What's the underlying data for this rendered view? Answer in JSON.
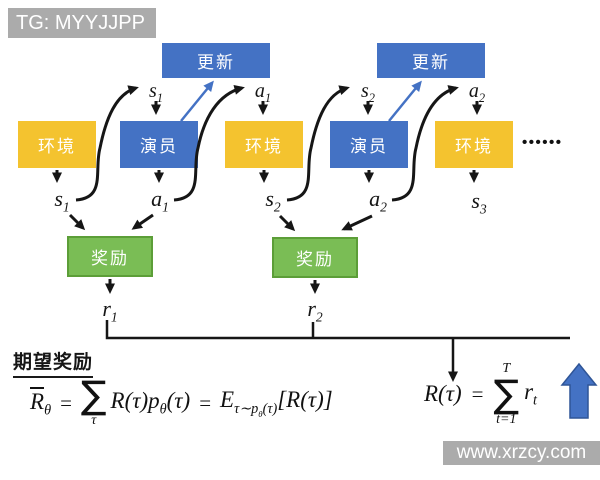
{
  "watermarks": {
    "top": "TG: MYYJJPP",
    "bottom": "www.xrzcy.com"
  },
  "update_boxes": [
    {
      "label": "更新"
    },
    {
      "label": "更新"
    }
  ],
  "process_boxes": [
    {
      "label": "环境",
      "type": "environment"
    },
    {
      "label": "演员",
      "type": "actor"
    },
    {
      "label": "环境",
      "type": "environment"
    },
    {
      "label": "演员",
      "type": "actor"
    },
    {
      "label": "环境",
      "type": "environment"
    }
  ],
  "continuation_dots": "••••••",
  "upper_labels": [
    {
      "base": "s",
      "sub": "1"
    },
    {
      "base": "a",
      "sub": "1"
    },
    {
      "base": "s",
      "sub": "2"
    },
    {
      "base": "a",
      "sub": "2"
    }
  ],
  "lower_labels": [
    {
      "base": "s",
      "sub": "1"
    },
    {
      "base": "a",
      "sub": "1"
    },
    {
      "base": "s",
      "sub": "2"
    },
    {
      "base": "a",
      "sub": "2"
    },
    {
      "base": "s",
      "sub": "3"
    }
  ],
  "reward_boxes": [
    {
      "label": "奖励"
    },
    {
      "label": "奖励"
    }
  ],
  "reward_outputs": [
    {
      "base": "r",
      "sub": "1"
    },
    {
      "base": "r",
      "sub": "2"
    }
  ],
  "expected_reward": {
    "heading": "期望奖励",
    "lhs_base": "R",
    "lhs_sub": "θ",
    "eq1": "=",
    "sum_symbol": "∑",
    "sum_sub": "τ",
    "term_a": "R(τ)p",
    "term_a_sub": "θ",
    "term_a_tail": "(τ)",
    "eq2": "=",
    "expectation_base": "E",
    "expectation_sub_head": "τ∼p",
    "expectation_sub_theta": "θ",
    "expectation_sub_tail": "(τ)",
    "expectation_arg": "[R(τ)]"
  },
  "return_formula": {
    "lhs": "R(τ)",
    "eq": "=",
    "sum_symbol": "∑",
    "sum_upper": "T",
    "sum_lower": "t=1",
    "term_base": "r",
    "term_sub": "t"
  },
  "colors": {
    "box_blue": "#4472C4",
    "box_yellow": "#F4C32F",
    "box_green": "#7ABD55",
    "green_border": "#5C9E38",
    "badge_gray": "#ABABAB",
    "arrow_blue": "#4472C4",
    "ink": "#161616"
  }
}
